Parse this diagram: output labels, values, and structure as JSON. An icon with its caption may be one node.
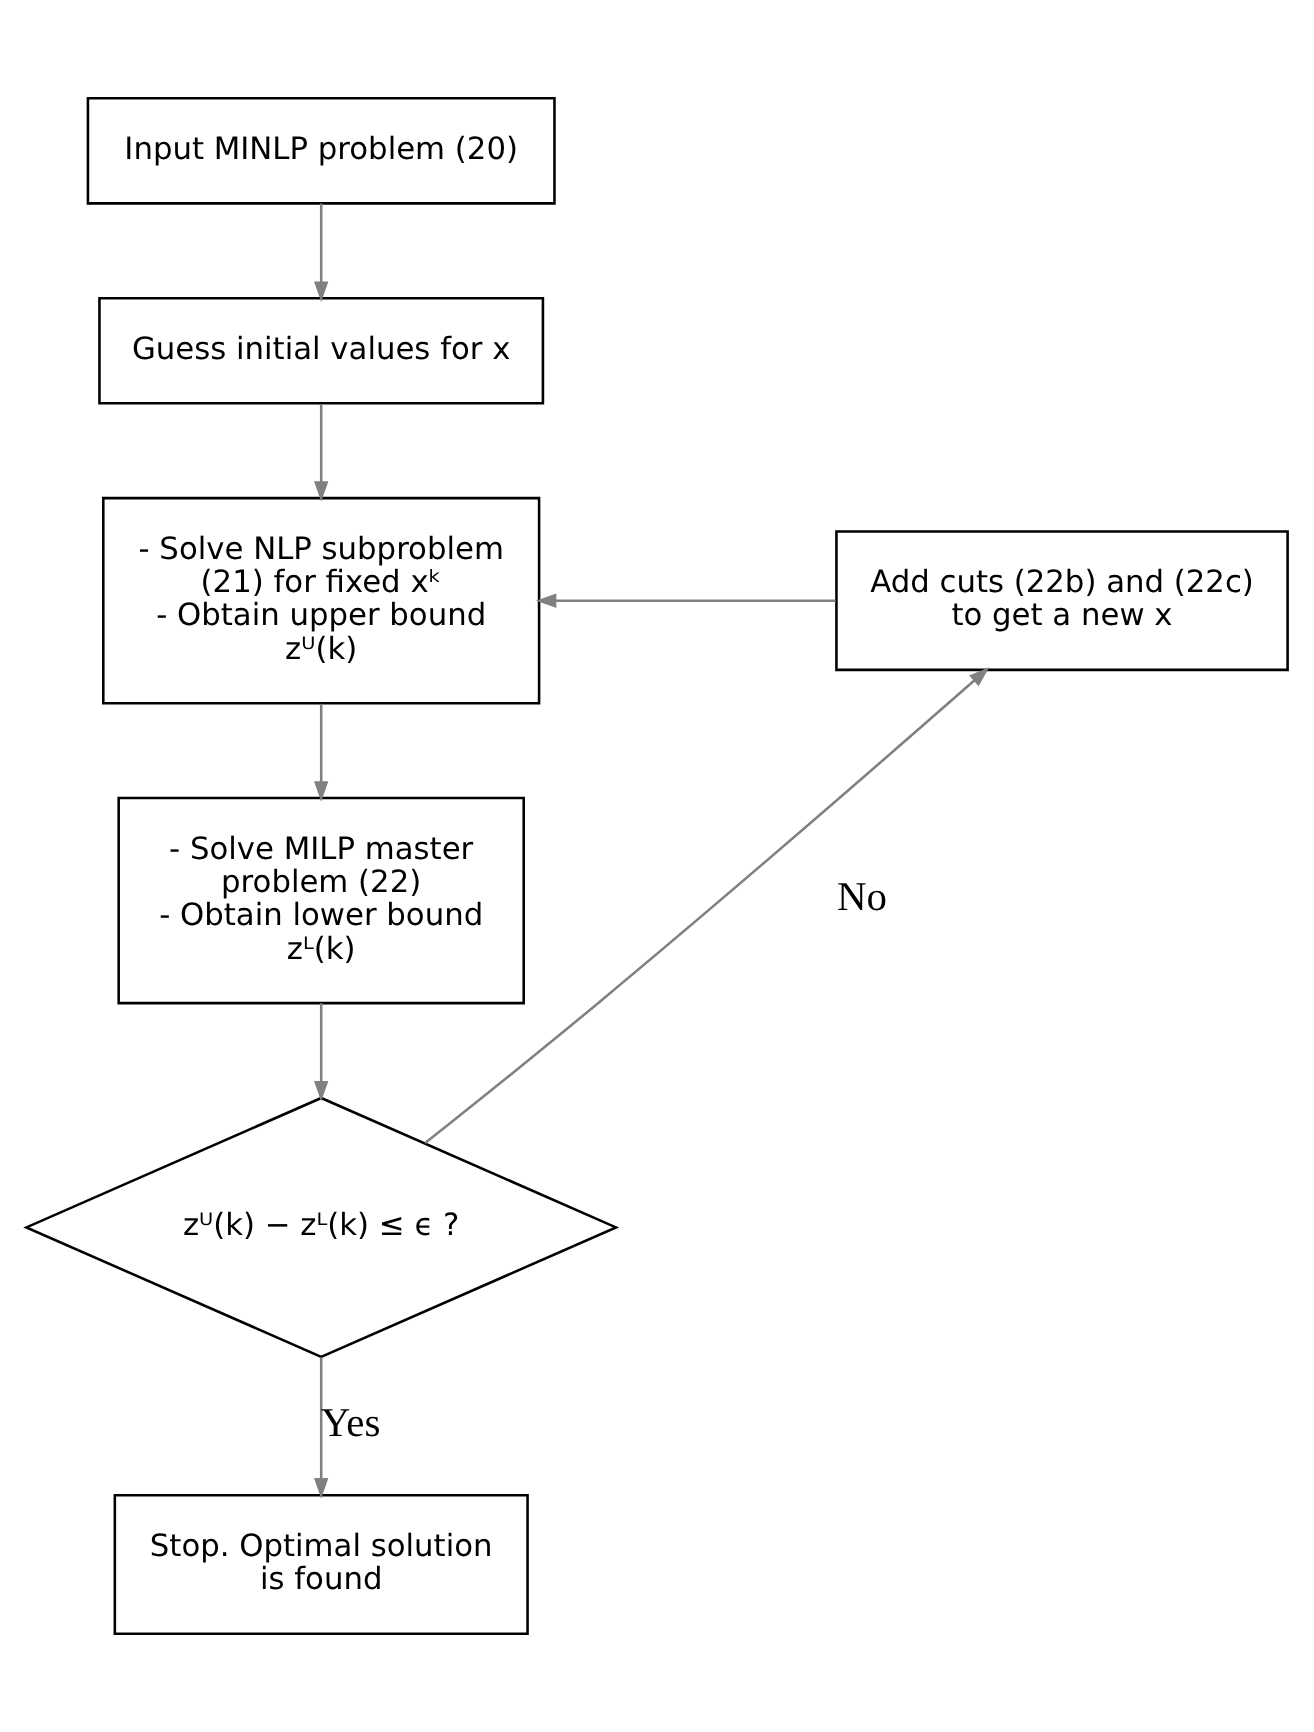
{
  "diagram": {
    "nodes": [
      {
        "text": [
          "Input MINLP problem (20)"
        ]
      },
      {
        "text": [
          "Guess initial values for x"
        ]
      },
      {
        "text": [
          "- Solve NLP subproblem (21) for fixed xᵏ",
          "- Obtain upper bound zᵁ(k)"
        ]
      },
      {
        "text": [
          "- Solve MILP master problem (22)",
          "- Obtain lower bound zᴸ(k)"
        ]
      },
      {
        "text": [
          "zᵁ(k) − zᴸ(k) ≤ ϵ ?"
        ]
      },
      {
        "text": [
          "Stop. Optimal solution is found"
        ]
      },
      {
        "text": [
          "Add cuts (22b) and (22c) to get a new x"
        ]
      }
    ],
    "edges": [
      {
        "from": 0,
        "to": 1,
        "arrow": "to"
      },
      {
        "from": 1,
        "to": 2,
        "arrow": "to"
      },
      {
        "from": 2,
        "to": 3,
        "arrow": "to"
      },
      {
        "from": 3,
        "to": 4,
        "arrow": "to"
      },
      {
        "from": 4,
        "to": 5,
        "arrow": "to",
        "label": "Yes"
      },
      {
        "from": 4,
        "to": 6,
        "arrow": "to",
        "label": "No"
      },
      {
        "from": 6,
        "to": 2,
        "arrow": "to"
      }
    ]
  }
}
